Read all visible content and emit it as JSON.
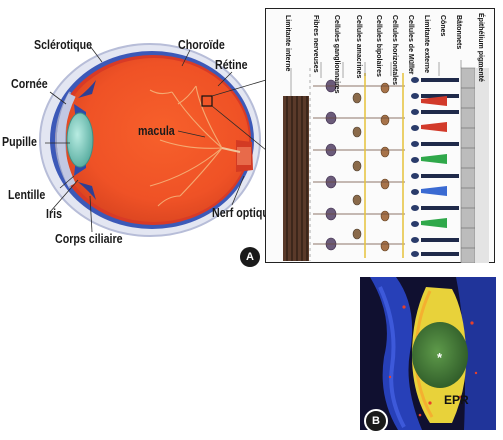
{
  "eye_labels": {
    "sclerotique": "Sclérotique",
    "choroide": "Choroïde",
    "retine": "Rétine",
    "cornee": "Cornée",
    "pupille": "Pupille",
    "macula": "macula",
    "lentille": "Lentille",
    "iris": "Iris",
    "corps_ciliaire": "Corps ciliaire",
    "nerf_optique": "Nerf optique"
  },
  "retina_labels": {
    "limitante_interne": "Limitante interne",
    "fibres_nerveuses": "Fibres nerveuses",
    "cellules_ganglionnaires": "Cellules ganglionnaires",
    "cellules_amacrines": "Cellules amacrines",
    "cellules_bipolaires": "Cellules bipolaires",
    "cellules_horizontales": "Cellules horizontales",
    "cellules_muller": "Cellules de Müller",
    "limitante_externe": "Limitante externe",
    "cones": "Cônes",
    "batonnets": "Bâtonnets",
    "epithelium_pigmentaire": "Épithélium pigmenté"
  },
  "panel_a": {
    "badge": "A"
  },
  "panel_b": {
    "badge": "B",
    "epr_label": "EPR",
    "star": "*"
  },
  "colors": {
    "eyeball": "#f26b2a",
    "sclera_outer": "#c9cfe6",
    "choroid": "#3c59b8",
    "retina_layer": "#e23b2b",
    "lens": "#7fc9c0",
    "oct_green": "#4d8a3c",
    "oct_yellow": "#e8d23a"
  }
}
